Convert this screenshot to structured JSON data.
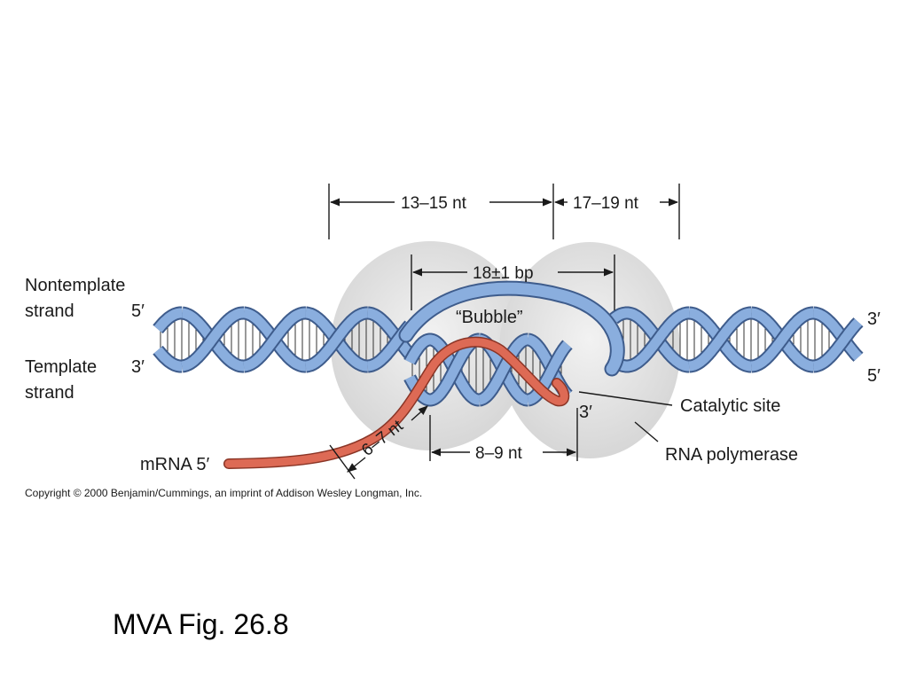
{
  "strands": {
    "nontemplate": [
      "Nontemplate",
      "strand"
    ],
    "template": [
      "Template",
      "strand"
    ]
  },
  "ends": {
    "nontemplate_left": "5′",
    "template_left": "3′",
    "nontemplate_right": "3′",
    "template_right": "5′",
    "rna_3prime": "3′"
  },
  "labels": {
    "bubble": "“Bubble”",
    "catalytic_site": "Catalytic site",
    "rna_polymerase": "RNA polymerase",
    "mrna": "mRNA 5′"
  },
  "dimensions": {
    "upstream": "13–15 nt",
    "downstream": "17–19 nt",
    "bubble_span": "18±1 bp",
    "hybrid": "8–9 nt",
    "exit": "6–7 nt"
  },
  "copyright": "Copyright © 2000 Benjamin/Cummings, an imprint of Addison Wesley Longman, Inc.",
  "caption": "MVA Fig. 26.8",
  "colors": {
    "dna_strand": "#8aaede",
    "dna_strand_dark": "#3e5c8c",
    "rna": "#dd6a55",
    "rna_dark": "#8a3526",
    "polymerase": "#d9d9d9"
  }
}
